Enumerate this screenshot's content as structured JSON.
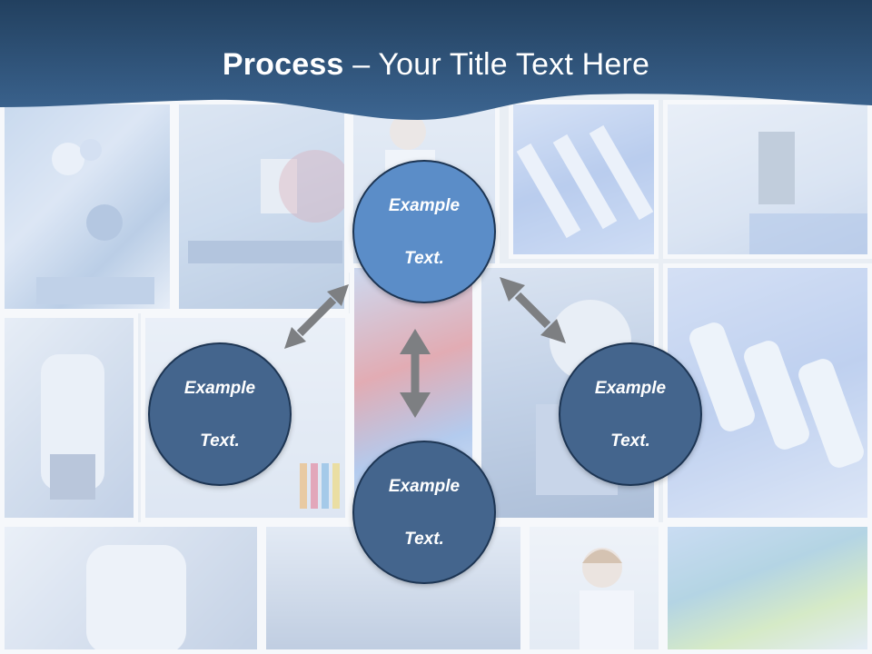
{
  "slide": {
    "title_bold": "Process",
    "title_separator": " – ",
    "title_rest": "Your Title Text Here"
  },
  "nodes": [
    {
      "id": "top",
      "line1": "Example",
      "line2": "Text."
    },
    {
      "id": "left",
      "line1": "Example",
      "line2": "Text."
    },
    {
      "id": "right",
      "line1": "Example",
      "line2": "Text."
    },
    {
      "id": "bottom",
      "line1": "Example",
      "line2": "Text."
    }
  ],
  "colors": {
    "header": "#2f5277",
    "header_dark": "#22405f",
    "node_highlight": "#5b8dc8",
    "node": "#44658d",
    "arrow": "#7d7f82"
  },
  "background": {
    "photo_subjects": [
      "microscope",
      "microscope",
      "scientist",
      "test-tubes",
      "scientist-with-microscope",
      "microscope-objective",
      "scientist-with-test-tubes",
      "colored-flasks",
      "microscope",
      "test-tube-rack",
      "microscope-objective",
      "lab-glassware",
      "scientist-at-microscope",
      "colored-test-tubes"
    ]
  }
}
